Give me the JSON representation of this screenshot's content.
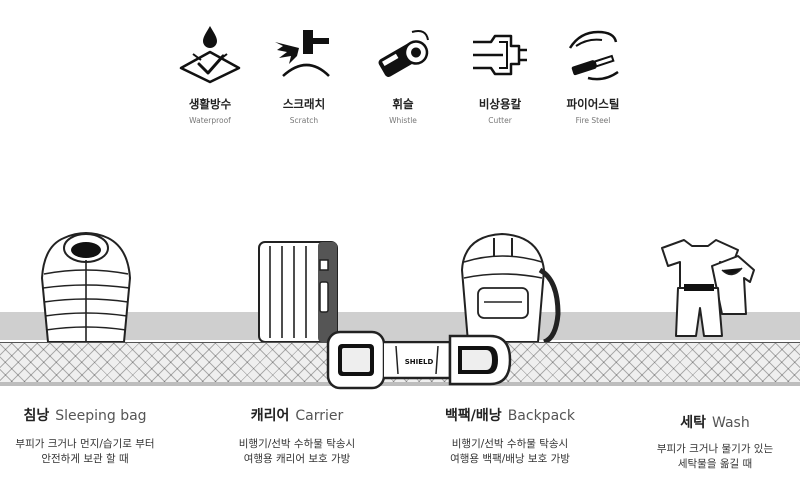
{
  "features": [
    {
      "ko": "생활방수",
      "en": "Waterproof",
      "icon": "waterproof-icon"
    },
    {
      "ko": "스크래치",
      "en": "Scratch",
      "icon": "scratch-icon"
    },
    {
      "ko": "휘슬",
      "en": "Whistle",
      "icon": "whistle-icon"
    },
    {
      "ko": "비상용칼",
      "en": "Cutter",
      "icon": "cutter-icon"
    },
    {
      "ko": "파이어스틸",
      "en": "Fire Steel",
      "icon": "fire-steel-icon"
    }
  ],
  "buckle_label": "SHIELD",
  "uses": [
    {
      "ko": "침낭",
      "en": "Sleeping bag",
      "line1": "부피가 크거나 먼지/습기로 부터",
      "line2": "안전하게 보관 할 때",
      "icon": "sleeping-bag-icon"
    },
    {
      "ko": "캐리어",
      "en": "Carrier",
      "line1": "비행기/선박 수하물 탁송시",
      "line2": "여행용 캐리어 보호 가방",
      "icon": "carrier-icon"
    },
    {
      "ko": "백팩/배낭",
      "en": "Backpack",
      "line1": "비행기/선박 수하물 탁송시",
      "line2": "여행용 백팩/배낭 보호 가방",
      "icon": "backpack-icon"
    },
    {
      "ko": "세탁",
      "en": "Wash",
      "line1": "부피가 크거나 물기가 있는",
      "line2": "세탁물을 옮길 때",
      "icon": "laundry-icon"
    }
  ]
}
